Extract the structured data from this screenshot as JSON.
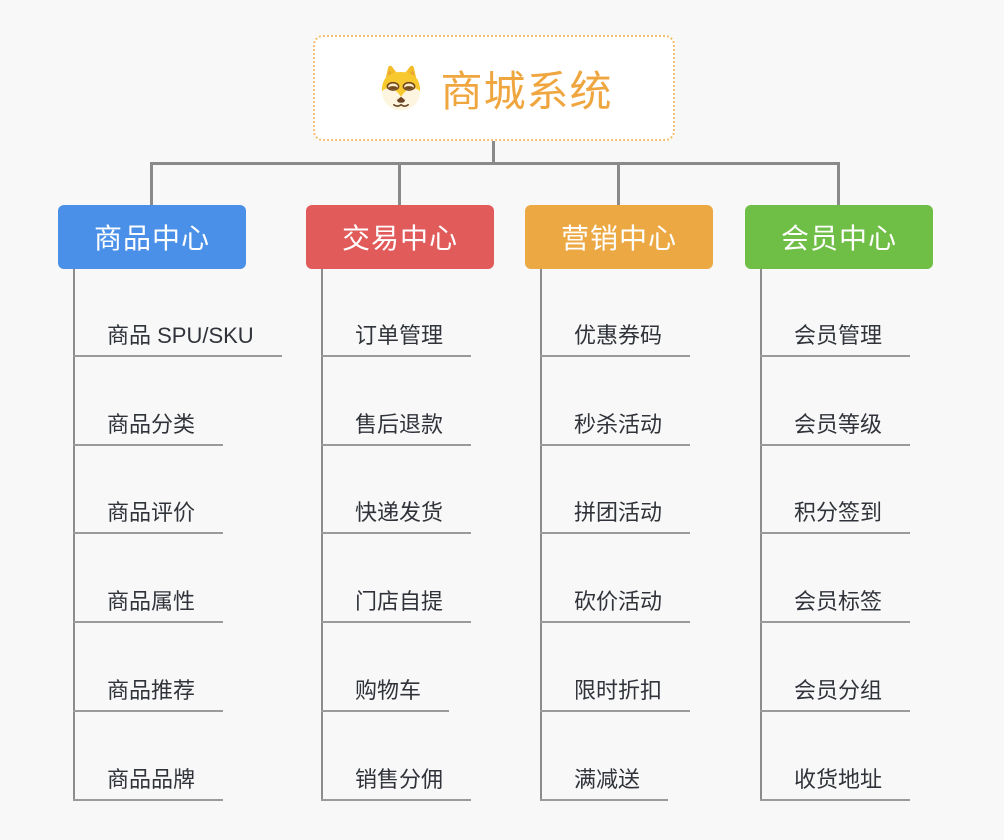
{
  "root": {
    "title": "商城系统",
    "icon": "doge-icon",
    "text_color": "#f0a63f",
    "border_color": "#f2c170"
  },
  "connector_color": "#8a8a8a",
  "branches": [
    {
      "label": "商品中心",
      "color": "#4a90e8",
      "children": [
        "商品 SPU/SKU",
        "商品分类",
        "商品评价",
        "商品属性",
        "商品推荐",
        "商品品牌"
      ]
    },
    {
      "label": "交易中心",
      "color": "#e25b5b",
      "children": [
        "订单管理",
        "售后退款",
        "快递发货",
        "门店自提",
        "购物车",
        "销售分佣"
      ]
    },
    {
      "label": "营销中心",
      "color": "#eca943",
      "children": [
        "优惠券码",
        "秒杀活动",
        "拼团活动",
        "砍价活动",
        "限时折扣",
        "满减送"
      ]
    },
    {
      "label": "会员中心",
      "color": "#6fbe45",
      "children": [
        "会员管理",
        "会员等级",
        "积分签到",
        "会员标签",
        "会员分组",
        "收货地址"
      ]
    }
  ]
}
